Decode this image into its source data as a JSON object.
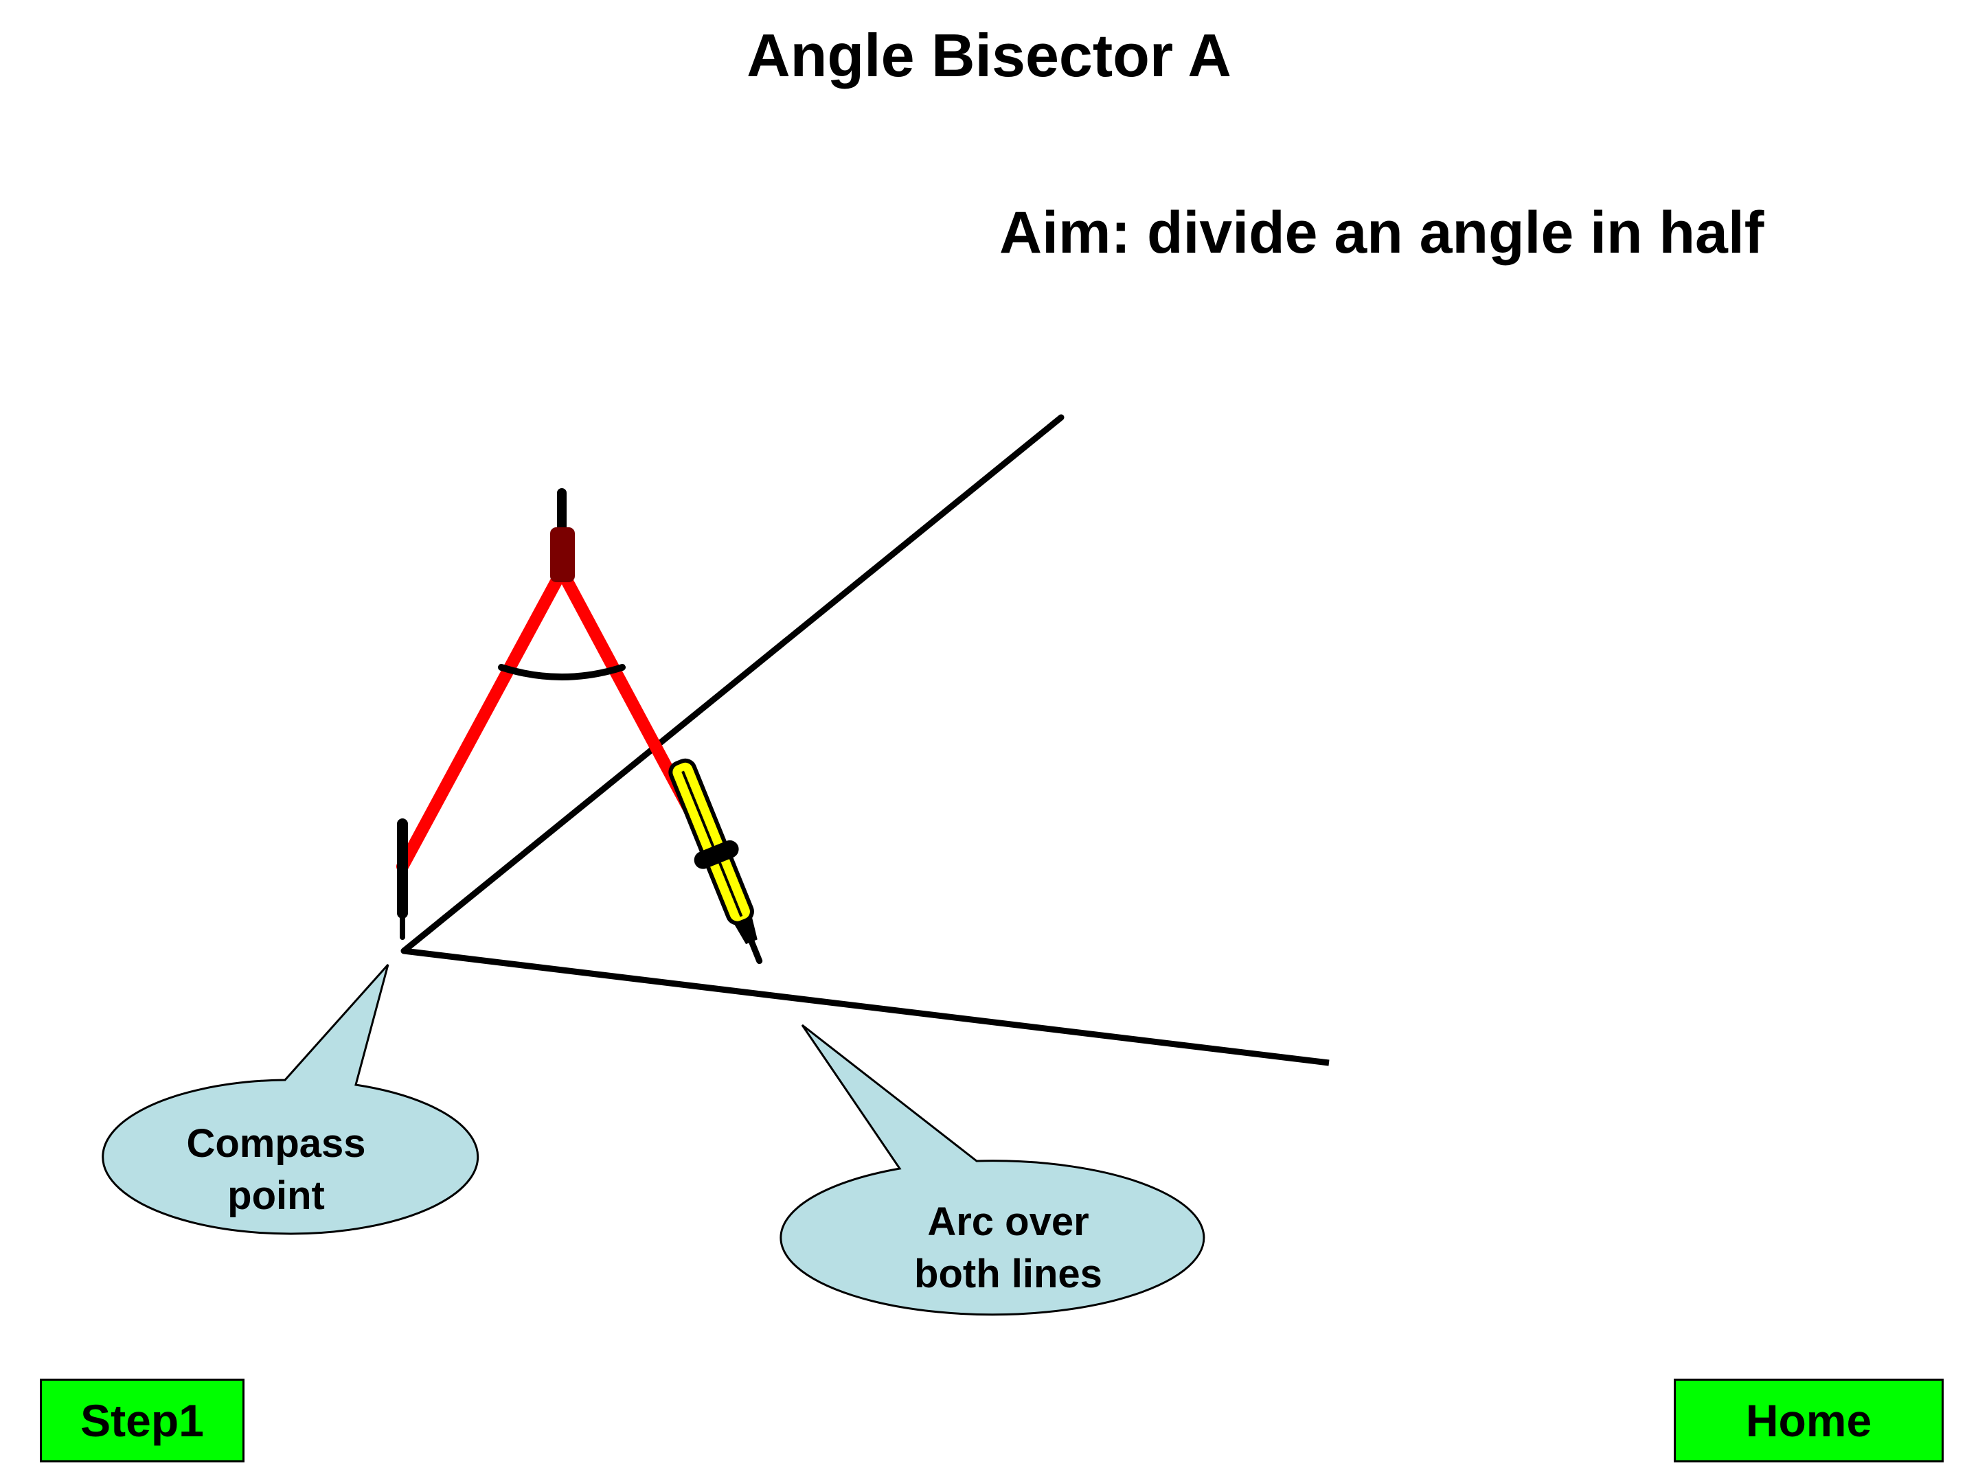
{
  "title": "Angle Bisector A",
  "aim": "Aim: divide an angle in half",
  "callouts": {
    "compass_point": {
      "line1": "Compass",
      "line2": "point"
    },
    "arc": {
      "line1": "Arc over",
      "line2": "both lines"
    }
  },
  "buttons": {
    "step": "Step1",
    "home": "Home"
  },
  "colors": {
    "compass_legs": "#ff0000",
    "compass_hinge": "#7a0000",
    "pencil": "#ffff00",
    "callout_fill": "#b8dfe4",
    "button_fill": "#00ff00"
  }
}
